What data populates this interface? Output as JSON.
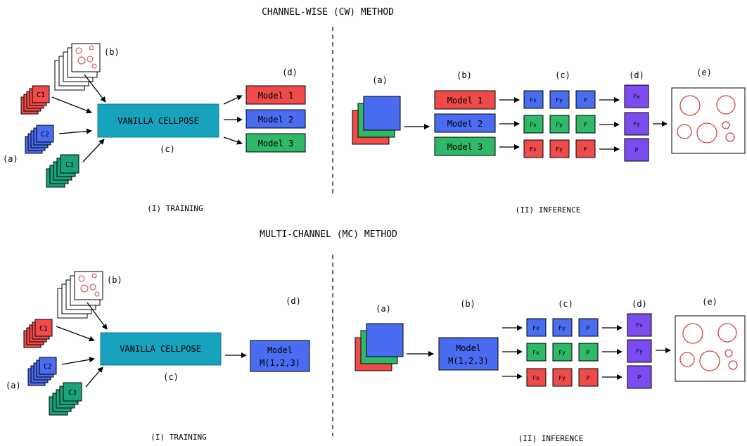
{
  "sections": {
    "cw": {
      "title": "CHANNEL-WISE (CW) METHOD",
      "training": {
        "label_a": "(a)",
        "label_b": "(b)",
        "label_c": "(c)",
        "label_d": "(d)",
        "stacks": [
          "C1",
          "C2",
          "C3"
        ],
        "engine": "VANILLA CELLPOSE",
        "models": [
          "Model 1",
          "Model 2",
          "Model 3"
        ],
        "caption": "(I) TRAINING"
      },
      "inference": {
        "label_a": "(a)",
        "label_b": "(b)",
        "label_c": "(c)",
        "label_d": "(d)",
        "label_e": "(e)",
        "models": [
          "Model 1",
          "Model 2",
          "Model 3"
        ],
        "outputs": [
          [
            "Fx",
            "Fy",
            "P"
          ],
          [
            "Fx",
            "Fy",
            "P"
          ],
          [
            "Fx",
            "Fy",
            "P"
          ]
        ],
        "merged": [
          "Fx",
          "Fy",
          "P"
        ],
        "caption": "(II) INFERENCE"
      }
    },
    "mc": {
      "title": "MULTI-CHANNEL (MC) METHOD",
      "training": {
        "label_a": "(a)",
        "label_b": "(b)",
        "label_c": "(c)",
        "label_d": "(d)",
        "stacks": [
          "C1",
          "C2",
          "C3"
        ],
        "engine": "VANILLA CELLPOSE",
        "model_line1": "Model",
        "model_line2": "M(1,2,3)",
        "caption": "(I) TRAINING"
      },
      "inference": {
        "label_a": "(a)",
        "label_b": "(b)",
        "label_c": "(c)",
        "label_d": "(d)",
        "label_e": "(e)",
        "model_line1": "Model",
        "model_line2": "M(1,2,3)",
        "outputs": [
          [
            "Fx",
            "Fy",
            "P"
          ],
          [
            "Fx",
            "Fy",
            "P"
          ],
          [
            "Fx",
            "Fy",
            "P"
          ]
        ],
        "merged": [
          "Fx",
          "Fy",
          "P"
        ],
        "caption": "(II) INFERENCE"
      }
    }
  },
  "colors": {
    "red": "#ef4b4b",
    "blue": "#4a6cf0",
    "green": "#2fb867",
    "teal_green": "#1aa37a",
    "cellpose": "#17a3bd",
    "purple": "#7a4cf0",
    "cell_outline": "#d0413e"
  }
}
